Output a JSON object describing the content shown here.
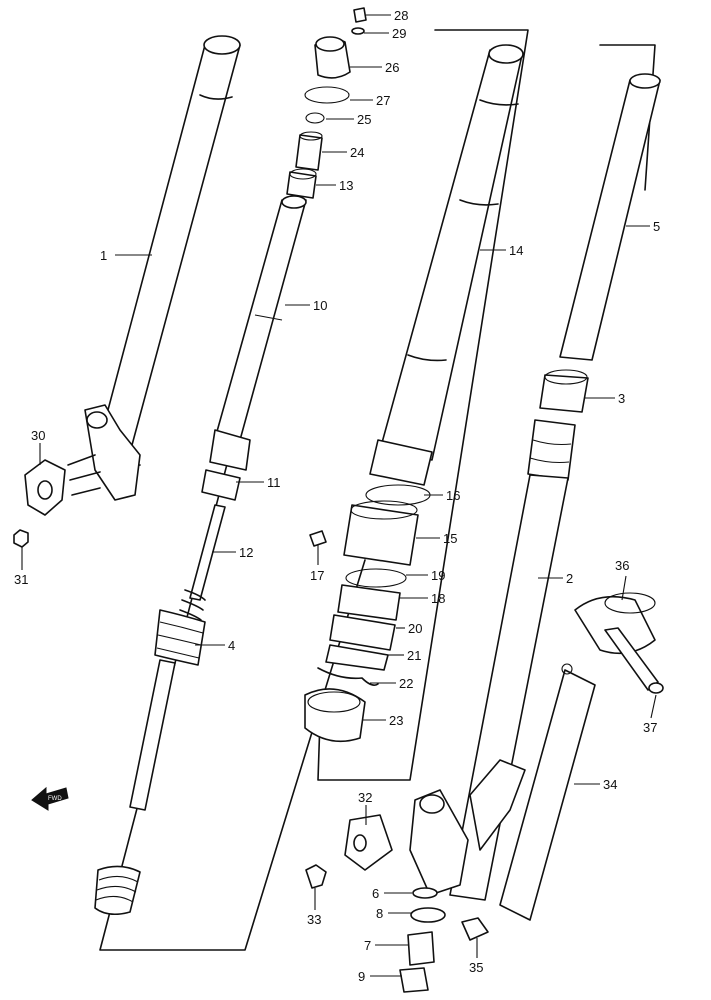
{
  "labels": {
    "p1": "1",
    "p2": "2",
    "p3": "3",
    "p4": "4",
    "p5": "5",
    "p6": "6",
    "p7": "7",
    "p8": "8",
    "p9": "9",
    "p10": "10",
    "p11": "11",
    "p12": "12",
    "p13": "13",
    "p14": "14",
    "p15": "15",
    "p16": "16",
    "p17": "17",
    "p18": "18",
    "p19": "19",
    "p20": "20",
    "p21": "21",
    "p22": "22",
    "p23": "23",
    "p24": "24",
    "p25": "25",
    "p26": "26",
    "p27": "27",
    "p28": "28",
    "p29": "29",
    "p30": "30",
    "p31": "31",
    "p32": "32",
    "p33": "33",
    "p34": "34",
    "p35": "35",
    "p36": "36",
    "p37": "37"
  },
  "direction_badge": "FWD"
}
